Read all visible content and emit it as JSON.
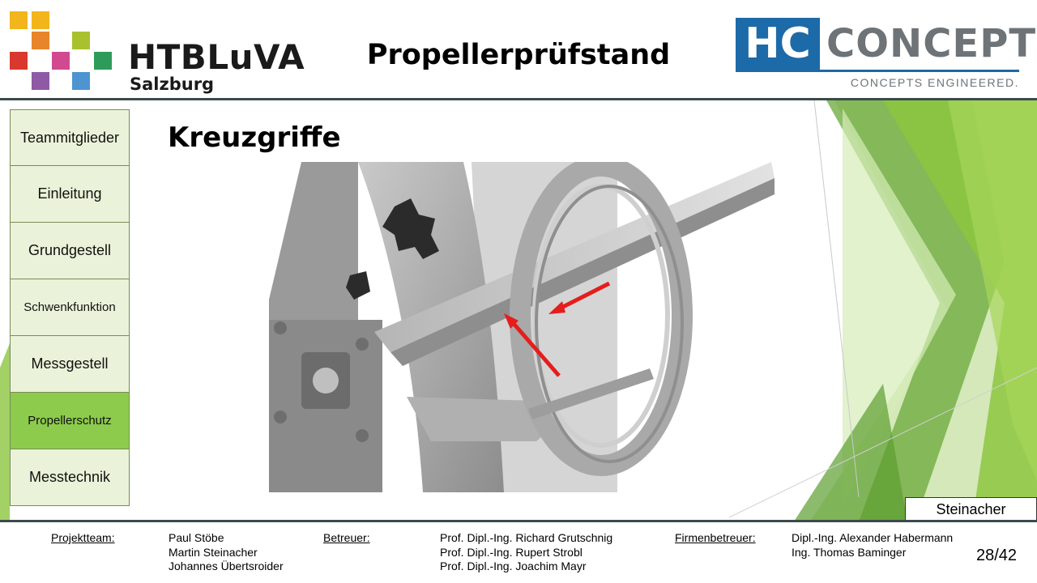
{
  "header": {
    "school_name": "HTBLuVA",
    "school_city": "Salzburg",
    "slide_title": "Propellerprüfstand",
    "company_logo_main": "HC",
    "company_logo_word": "CONCEPTS",
    "company_tagline": "CONCEPTS ENGINEERED."
  },
  "school_logo_colors": [
    "#f3b51c",
    "#f3b51c",
    "#e8852a",
    "#a9c12e",
    "#d8392c",
    "#d14a8f",
    "#2e9b5a",
    "#8e5aa5",
    "#4d94d1"
  ],
  "nav": {
    "items": [
      {
        "label": "Teammitglieder"
      },
      {
        "label": "Einleitung"
      },
      {
        "label": "Grundgestell"
      },
      {
        "label": "Schwenkfunktion"
      },
      {
        "label": "Messgestell"
      },
      {
        "label": "Propellerschutz"
      },
      {
        "label": "Messtechnik"
      }
    ],
    "active_index": 5,
    "active_color": "#8ccb4c",
    "inactive_color": "#eaf3d9"
  },
  "content": {
    "title": "Kreuzgriffe"
  },
  "author": "Steinacher",
  "footer": {
    "team_label": "Projektteam:",
    "team": [
      "Paul Stöbe",
      "Martin Steinacher",
      "Johannes Übertsroider"
    ],
    "supervisor_label": "Betreuer:",
    "supervisors": [
      "Prof. Dipl.-Ing. Richard Grutschnig",
      "Prof. Dipl.-Ing. Rupert Strobl",
      "Prof. Dipl.-Ing. Joachim Mayr"
    ],
    "company_supervisor_label": "Firmenbetreuer:",
    "company_supervisors": [
      "Dipl.-Ing. Alexander Habermann",
      "Ing. Thomas Baminger"
    ],
    "page": "28/42"
  }
}
